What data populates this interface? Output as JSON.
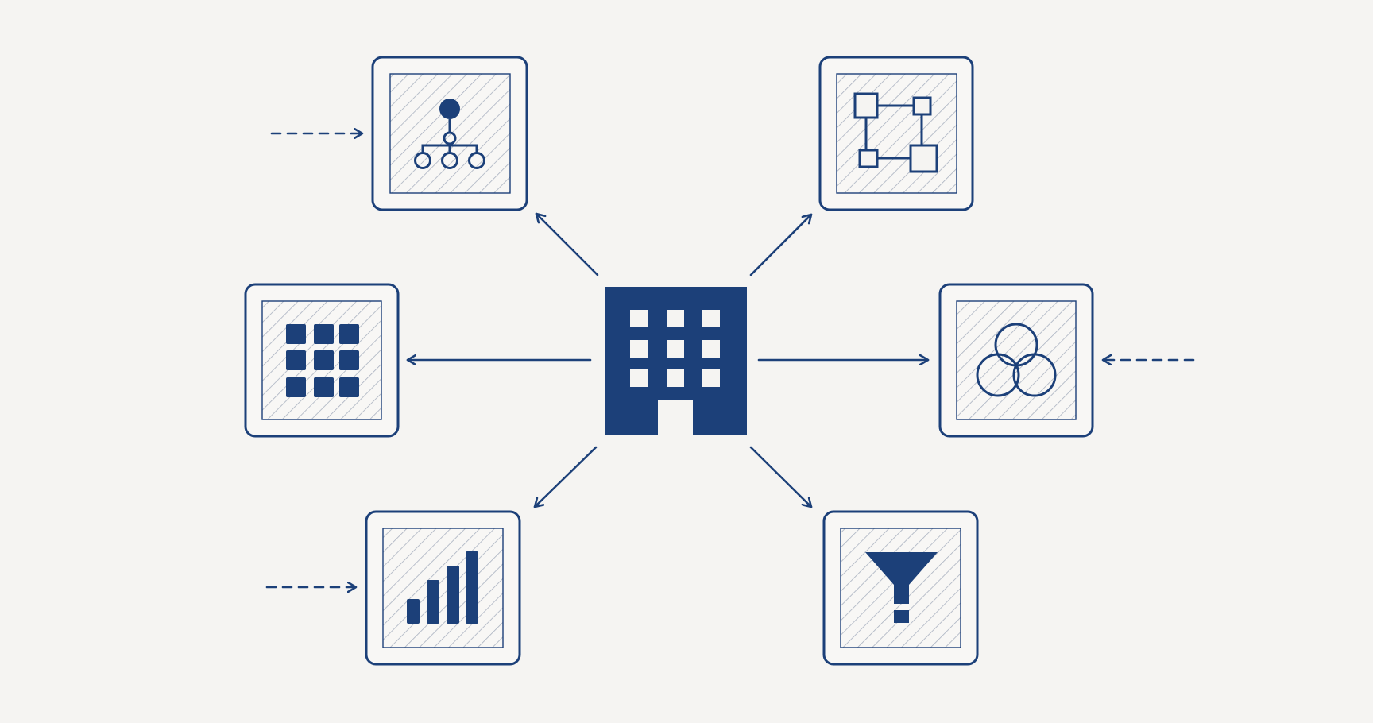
{
  "colors": {
    "background": "#f5f4f2",
    "primary": "#1c4079",
    "hatch": "#a9b1c0",
    "card_fill": "#f8f7f5",
    "inner_fill": "#f1f0ee"
  },
  "hub": {
    "icon": "office-building-icon"
  },
  "nodes": [
    {
      "id": "hierarchy",
      "icon": "org-hierarchy-icon",
      "incoming_arrow": true
    },
    {
      "id": "workflow",
      "icon": "connected-squares-icon",
      "incoming_arrow": false
    },
    {
      "id": "grid",
      "icon": "grid-dots-icon",
      "incoming_arrow": false
    },
    {
      "id": "venn",
      "icon": "venn-circles-icon",
      "incoming_arrow": true
    },
    {
      "id": "bar-chart",
      "icon": "bar-chart-icon",
      "incoming_arrow": true
    },
    {
      "id": "funnel",
      "icon": "funnel-icon",
      "incoming_arrow": false
    }
  ],
  "edges": [
    {
      "from": "hub",
      "to": "hierarchy",
      "style": "solid"
    },
    {
      "from": "hub",
      "to": "workflow",
      "style": "solid"
    },
    {
      "from": "hub",
      "to": "grid",
      "style": "solid"
    },
    {
      "from": "hub",
      "to": "venn",
      "style": "solid"
    },
    {
      "from": "hub",
      "to": "bar-chart",
      "style": "solid"
    },
    {
      "from": "hub",
      "to": "funnel",
      "style": "solid"
    }
  ]
}
